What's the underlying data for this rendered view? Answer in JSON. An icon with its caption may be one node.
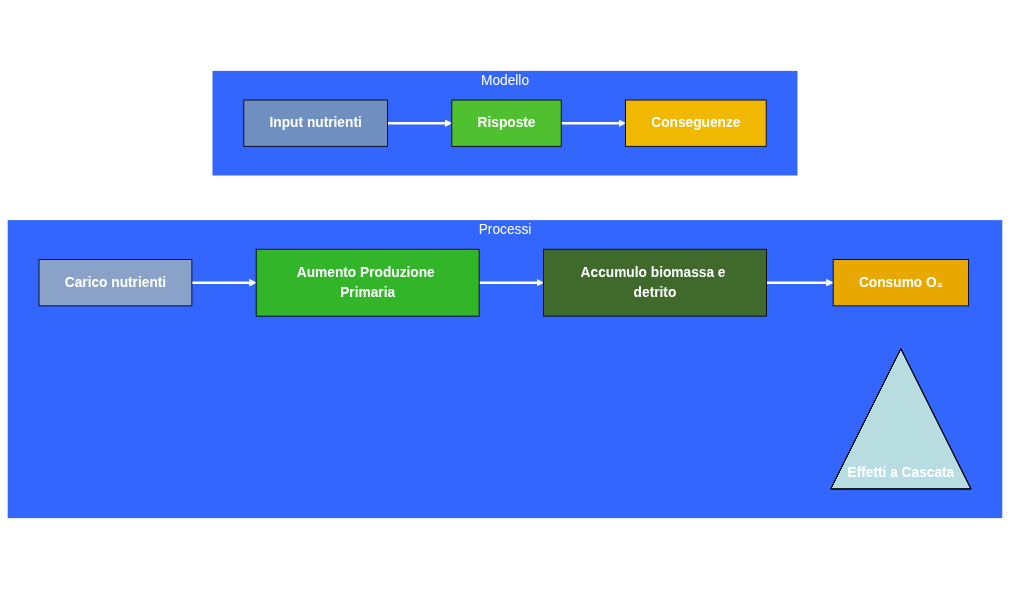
{
  "diagram": {
    "nodes": [
      {
        "text": [
          "Modello"
        ]
      },
      {
        "text": [
          "Input nutrienti"
        ],
        "in": 0
      },
      {
        "text": [
          "Risposte"
        ],
        "in": 0
      },
      {
        "text": [
          "Conseguenze"
        ],
        "in": 0
      },
      {
        "text": [
          "Processi"
        ]
      },
      {
        "text": [
          "Carico nutrienti"
        ],
        "in": 4
      },
      {
        "text": [
          "Aumento Produzione Primaria"
        ],
        "in": 4
      },
      {
        "text": [
          "Accumulo biomassa e detrito"
        ],
        "in": 4
      },
      {
        "text": [
          "Consumo O₂"
        ],
        "in": 4
      },
      {
        "text": [
          "Effetti a Cascata"
        ],
        "in": 4
      }
    ],
    "edges": [
      {
        "from": 1,
        "to": 2,
        "arrow": "to"
      },
      {
        "from": 2,
        "to": 3,
        "arrow": "to"
      },
      {
        "from": 5,
        "to": 6,
        "arrow": "to"
      },
      {
        "from": 6,
        "to": 7,
        "arrow": "to"
      },
      {
        "from": 7,
        "to": 8,
        "arrow": "to"
      }
    ]
  }
}
